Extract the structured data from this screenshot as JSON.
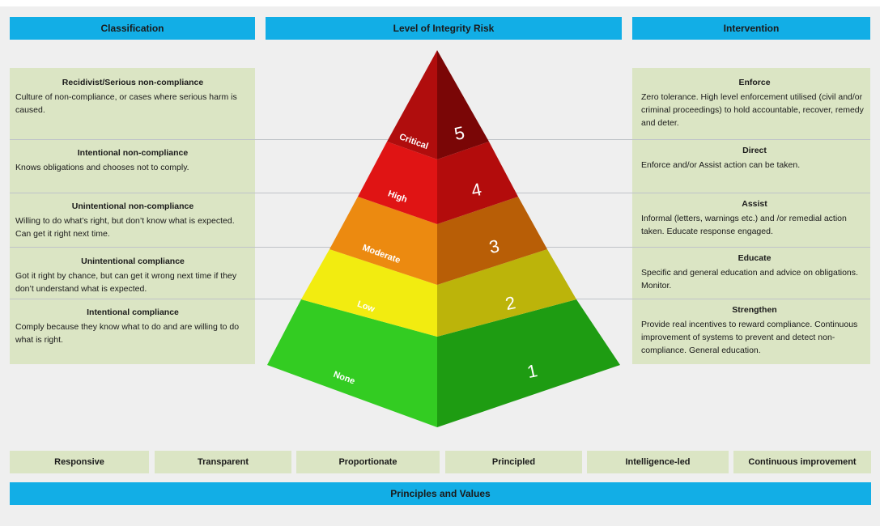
{
  "headers": {
    "classification": "Classification",
    "risk": "Level of Integrity Risk",
    "intervention": "Intervention",
    "principles": "Principles and Values"
  },
  "classification": [
    {
      "title": "Recidivist/Serious non-compliance",
      "text": "Culture of non-compliance, or cases where serious harm is caused."
    },
    {
      "title": "Intentional non-compliance",
      "text": "Knows obligations and chooses not to comply."
    },
    {
      "title": "Unintentional non-compliance",
      "text": "Willing to do what’s right, but don’t know what is expected. Can get it right next time."
    },
    {
      "title": "Unintentional compliance",
      "text": "Got it right by chance, but can get it wrong next time if they don’t understand what is expected."
    },
    {
      "title": "Intentional compliance",
      "text": "Comply because they know what to do and are willing to do what is right."
    }
  ],
  "pyramid": {
    "levels": [
      {
        "label": "Critical",
        "number": "5",
        "left_color": "#b00d0d",
        "right_color": "#7a0606"
      },
      {
        "label": "High",
        "number": "4",
        "left_color": "#e01414",
        "right_color": "#b30c0c"
      },
      {
        "label": "Moderate",
        "number": "3",
        "left_color": "#ec8a10",
        "right_color": "#b85e06"
      },
      {
        "label": "Low",
        "number": "2",
        "left_color": "#f2ec10",
        "right_color": "#bcb40a"
      },
      {
        "label": "None",
        "number": "1",
        "left_color": "#33cc22",
        "right_color": "#1e9c12"
      }
    ]
  },
  "intervention": [
    {
      "title": "Enforce",
      "text": "Zero tolerance. High level enforcement utilised (civil and/or criminal proceedings) to hold accountable, recover, remedy and deter."
    },
    {
      "title": "Direct",
      "text": "Enforce and/or Assist action can be taken."
    },
    {
      "title": "Assist",
      "text": "Informal (letters, warnings etc.) and /or remedial action taken. Educate response engaged."
    },
    {
      "title": "Educate",
      "text": "Specific and general education and advice on obligations. Monitor."
    },
    {
      "title": "Strengthen",
      "text": "Provide real incentives to reward compliance. Continuous improvement of systems to prevent and detect non-compliance. General education."
    }
  ],
  "principles": [
    "Responsive",
    "Transparent",
    "Proportionate",
    "Principled",
    "Intelligence-led",
    "Continuous improvement"
  ]
}
